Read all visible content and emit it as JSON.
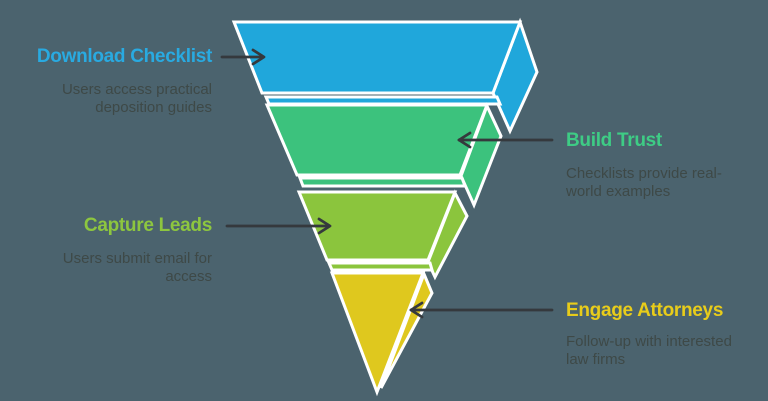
{
  "background_color": "#4B636E",
  "outline_color": "#FFFFFF",
  "arrow_color": "#35393D",
  "description_color": "#3E4947",
  "diagram_type": "funnel",
  "stages": [
    {
      "title": "Download Checklist",
      "title_color": "#29AAE1",
      "fill_color": "#20A7DB",
      "desc_lines": [
        "Users access practical",
        "deposition guides"
      ]
    },
    {
      "title": "Build Trust",
      "title_color": "#3ECC85",
      "fill_color": "#3CC27D",
      "desc_lines": [
        "Checklists provide real-",
        "world examples"
      ]
    },
    {
      "title": "Capture Leads",
      "title_color": "#8DC63F",
      "fill_color": "#8BC53D",
      "desc_lines": [
        "Users submit email for",
        "access"
      ]
    },
    {
      "title": "Engage Attorneys",
      "title_color": "#E8CC1A",
      "fill_color": "#DFC81E",
      "desc_lines": [
        "Follow-up with interested",
        "law firms"
      ]
    }
  ]
}
